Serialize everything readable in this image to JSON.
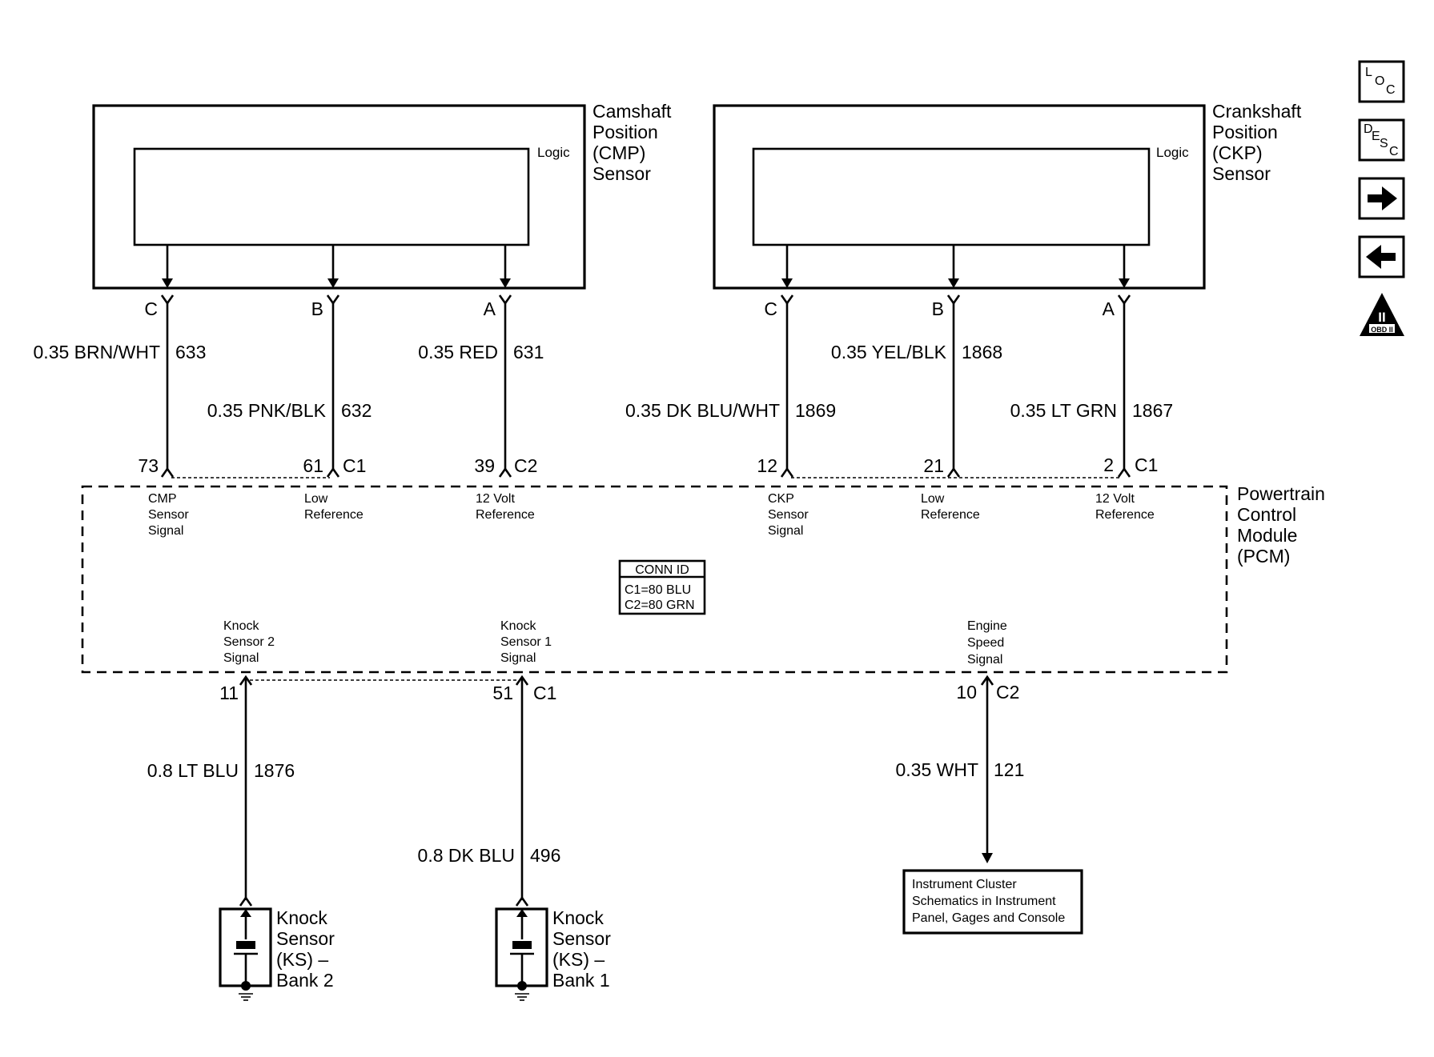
{
  "cmp_sensor": {
    "name": [
      "Camshaft",
      "Position",
      "(CMP)",
      "Sensor"
    ],
    "logic": "Logic"
  },
  "ckp_sensor": {
    "name": [
      "Crankshaft",
      "Position",
      "(CKP)",
      "Sensor"
    ],
    "logic": "Logic"
  },
  "pcm": {
    "name": [
      "Powertrain",
      "Control",
      "Module",
      "(PCM)"
    ]
  },
  "wires": [
    {
      "pin": "C",
      "gauge": "0.35 BRN/WHT",
      "circuit": "633",
      "pcm_pin": "73",
      "connector": "",
      "func": [
        "CMP",
        "Sensor",
        "Signal"
      ]
    },
    {
      "pin": "B",
      "gauge": "0.35 PNK/BLK",
      "circuit": "632",
      "pcm_pin": "61",
      "connector": "C1",
      "func": [
        "Low",
        "Reference"
      ]
    },
    {
      "pin": "A",
      "gauge": "0.35 RED",
      "circuit": "631",
      "pcm_pin": "39",
      "connector": "C2",
      "func": [
        "12 Volt",
        "Reference"
      ]
    },
    {
      "pin": "C",
      "gauge": "0.35 DK BLU/WHT",
      "circuit": "1869",
      "pcm_pin": "12",
      "connector": "",
      "func": [
        "CKP",
        "Sensor",
        "Signal"
      ]
    },
    {
      "pin": "B",
      "gauge": "0.35 YEL/BLK",
      "circuit": "1868",
      "pcm_pin": "21",
      "connector": "",
      "func": [
        "Low",
        "Reference"
      ]
    },
    {
      "pin": "A",
      "gauge": "0.35 LT GRN",
      "circuit": "1867",
      "pcm_pin": "2",
      "connector": "C1",
      "func": [
        "12 Volt",
        "Reference"
      ]
    }
  ],
  "bottom_wires": [
    {
      "pcm_pin": "11",
      "connector": "",
      "gauge": "0.8 LT BLU",
      "circuit": "1876",
      "func": [
        "Knock",
        "Sensor 2",
        "Signal"
      ]
    },
    {
      "pcm_pin": "51",
      "connector": "C1",
      "gauge": "0.8 DK BLU",
      "circuit": "496",
      "func": [
        "Knock",
        "Sensor 1",
        "Signal"
      ]
    },
    {
      "pcm_pin": "10",
      "connector": "C2",
      "gauge": "0.35 WHT",
      "circuit": "121",
      "func": [
        "Engine",
        "Speed",
        "Signal"
      ]
    }
  ],
  "conn_id": {
    "title": "CONN ID",
    "lines": [
      "C1=80 BLU",
      "C2=80 GRN"
    ]
  },
  "knock_sensor_2": {
    "name": [
      "Knock",
      "Sensor",
      "(KS) –",
      "Bank 2"
    ]
  },
  "knock_sensor_1": {
    "name": [
      "Knock",
      "Sensor",
      "(KS) –",
      "Bank 1"
    ]
  },
  "instrument_cluster": {
    "lines": [
      "Instrument Cluster",
      "Schematics in Instrument",
      "Panel, Gages and Console"
    ]
  },
  "nav": {
    "loc": [
      "L",
      "O",
      "C"
    ],
    "desc": [
      "D",
      "E",
      "S",
      "C"
    ],
    "obd": "OBD II",
    "obd_numeral": "II"
  }
}
